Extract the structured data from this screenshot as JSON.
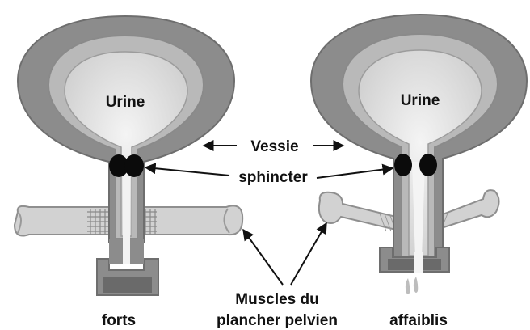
{
  "labels": {
    "urine_left": "Urine",
    "urine_right": "Urine",
    "vessie": "Vessie",
    "sphincter": "sphincter",
    "muscles_line1": "Muscles du",
    "muscles_line2": "plancher pelvien",
    "forts": "forts",
    "affaiblis": "affaiblis"
  },
  "colors": {
    "bladder_wall": "#8c8c8c",
    "bladder_inner": "#c8c8c8",
    "urine": "#e6e6e6",
    "muscle": "#cfcfcf",
    "dark": "#111111"
  }
}
